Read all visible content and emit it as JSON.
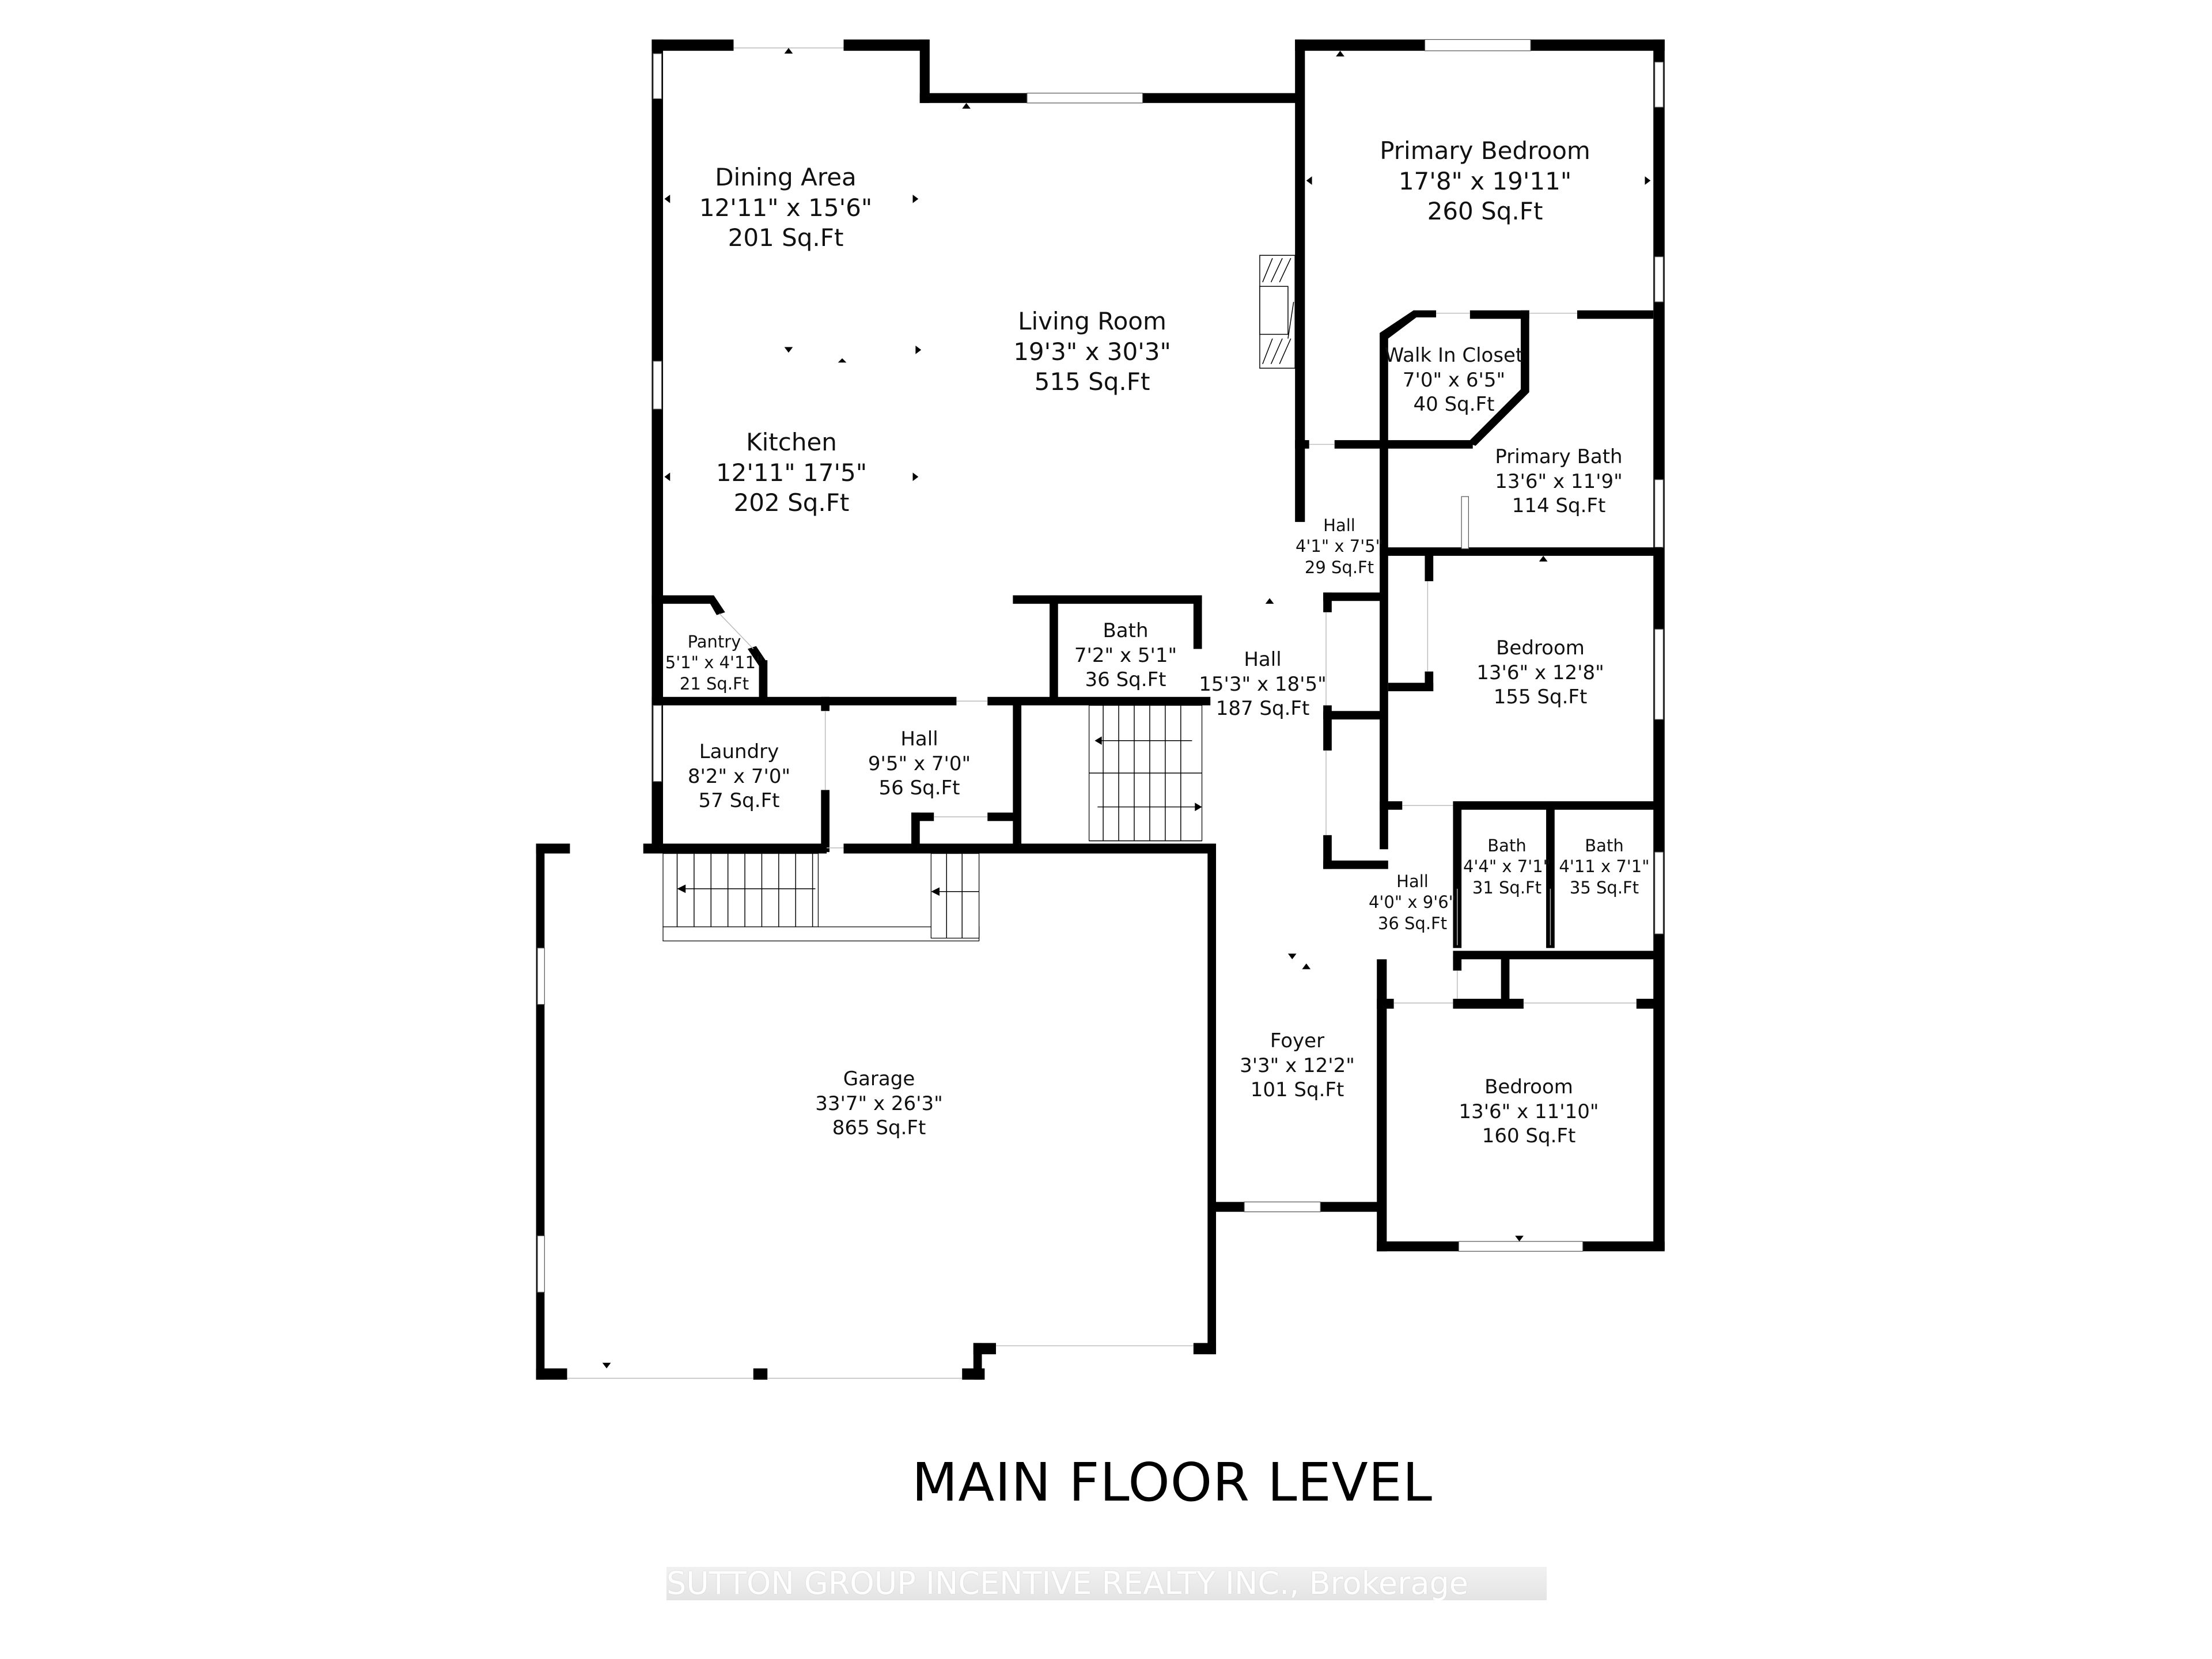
{
  "plan": {
    "title": "MAIN FLOOR LEVEL",
    "watermark": "SUTTON GROUP INCENTIVE REALTY INC., Brokerage",
    "colors": {
      "wall": "#000000",
      "background": "#ffffff",
      "text": "#111111"
    }
  },
  "rooms": {
    "dining": {
      "name": "Dining Area",
      "dims": "12'11\" x 15'6\"",
      "area": "201 Sq.Ft"
    },
    "living": {
      "name": "Living Room",
      "dims": "19'3\" x 30'3\"",
      "area": "515 Sq.Ft"
    },
    "kitchen": {
      "name": "Kitchen",
      "dims": "12'11\" 17'5\"",
      "area": "202 Sq.Ft"
    },
    "primary_bedroom": {
      "name": "Primary Bedroom",
      "dims": "17'8\" x 19'11\"",
      "area": "260 Sq.Ft"
    },
    "walk_in_closet": {
      "name": "Walk In Closet",
      "dims": "7'0\" x 6'5\"",
      "area": "40 Sq.Ft"
    },
    "primary_bath": {
      "name": "Primary Bath",
      "dims": "13'6\" x 11'9\"",
      "area": "114 Sq.Ft"
    },
    "hall_29": {
      "name": "Hall",
      "dims": "4'1\" x 7'5\"",
      "area": "29 Sq.Ft"
    },
    "pantry": {
      "name": "Pantry",
      "dims": "5'1\" x 4'11\"",
      "area": "21 Sq.Ft"
    },
    "bath_36_main": {
      "name": "Bath",
      "dims": "7'2\" x 5'1\"",
      "area": "36 Sq.Ft"
    },
    "hall_187": {
      "name": "Hall",
      "dims": "15'3\" x 18'5\"",
      "area": "187 Sq.Ft"
    },
    "bedroom_155": {
      "name": "Bedroom",
      "dims": "13'6\" x 12'8\"",
      "area": "155 Sq.Ft"
    },
    "laundry": {
      "name": "Laundry",
      "dims": "8'2\" x 7'0\"",
      "area": "57 Sq.Ft"
    },
    "hall_56": {
      "name": "Hall",
      "dims": "9'5\" x 7'0\"",
      "area": "56 Sq.Ft"
    },
    "hall_36": {
      "name": "Hall",
      "dims": "4'0\" x 9'6\"",
      "area": "36 Sq.Ft"
    },
    "bath_31": {
      "name": "Bath",
      "dims": "4'4\" x 7'1\"",
      "area": "31 Sq.Ft"
    },
    "bath_35": {
      "name": "Bath",
      "dims": "4'11 x 7'1\"",
      "area": "35 Sq.Ft"
    },
    "foyer": {
      "name": "Foyer",
      "dims": "3'3\" x 12'2\"",
      "area": "101 Sq.Ft"
    },
    "bedroom_160": {
      "name": "Bedroom",
      "dims": "13'6\" x 11'10\"",
      "area": "160 Sq.Ft"
    },
    "garage": {
      "name": "Garage",
      "dims": "33'7\" x 26'3\"",
      "area": "865 Sq.Ft"
    }
  }
}
